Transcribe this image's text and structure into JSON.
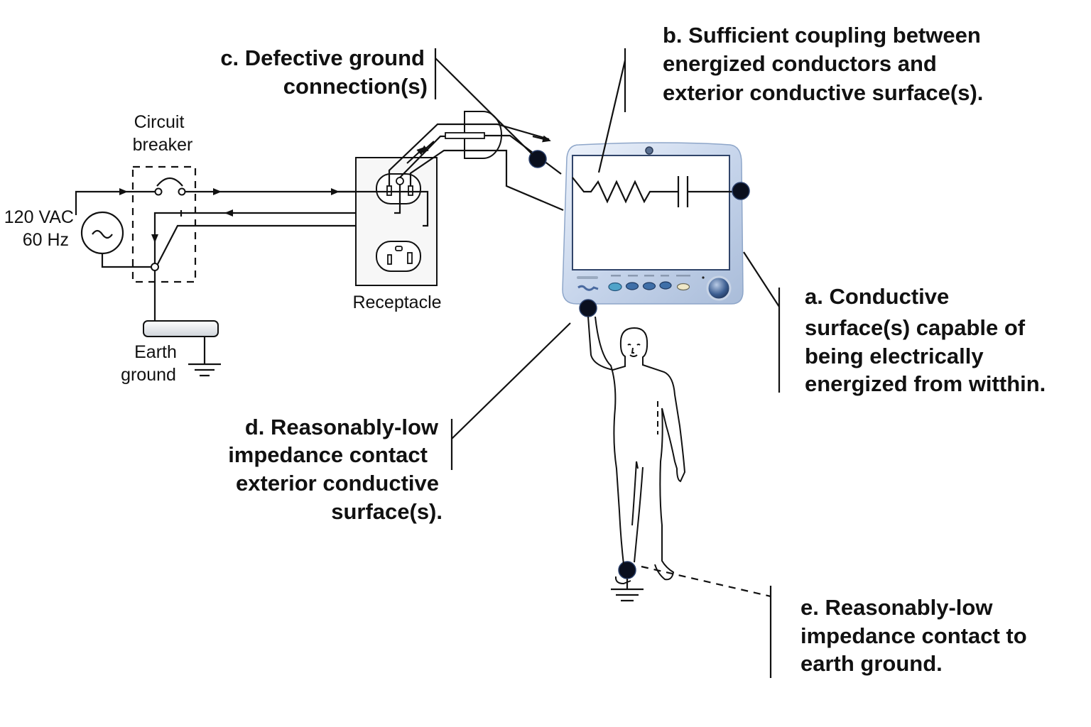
{
  "source": {
    "voltage_label": "120 VAC",
    "frequency_label": "60 Hz",
    "symbol": "ac-source-icon"
  },
  "breaker": {
    "line1": "Circuit",
    "line2": "breaker"
  },
  "earth": {
    "line1": "Earth",
    "line2": "ground"
  },
  "receptacle": {
    "label": "Receptacle"
  },
  "callouts": {
    "a": [
      "a. Conductive",
      "surface(s) capable of",
      "being electrically",
      "energized from witthin."
    ],
    "b": [
      "b. Sufficient coupling between",
      "energized conductors and",
      "exterior conductive surface(s)."
    ],
    "c": [
      "c. Defective ground",
      "connection(s)"
    ],
    "d": [
      "d. Reasonably-low",
      "impedance contact",
      "exterior conductive",
      "surface(s)."
    ],
    "e": [
      "e. Reasonably-low",
      "impedance contact to",
      "earth ground."
    ]
  },
  "colors": {
    "line": "#111111",
    "contact_dot": "#0a0f1e",
    "monitor_frame": "#c9d6ea",
    "monitor_button": "#3f6fa8"
  }
}
